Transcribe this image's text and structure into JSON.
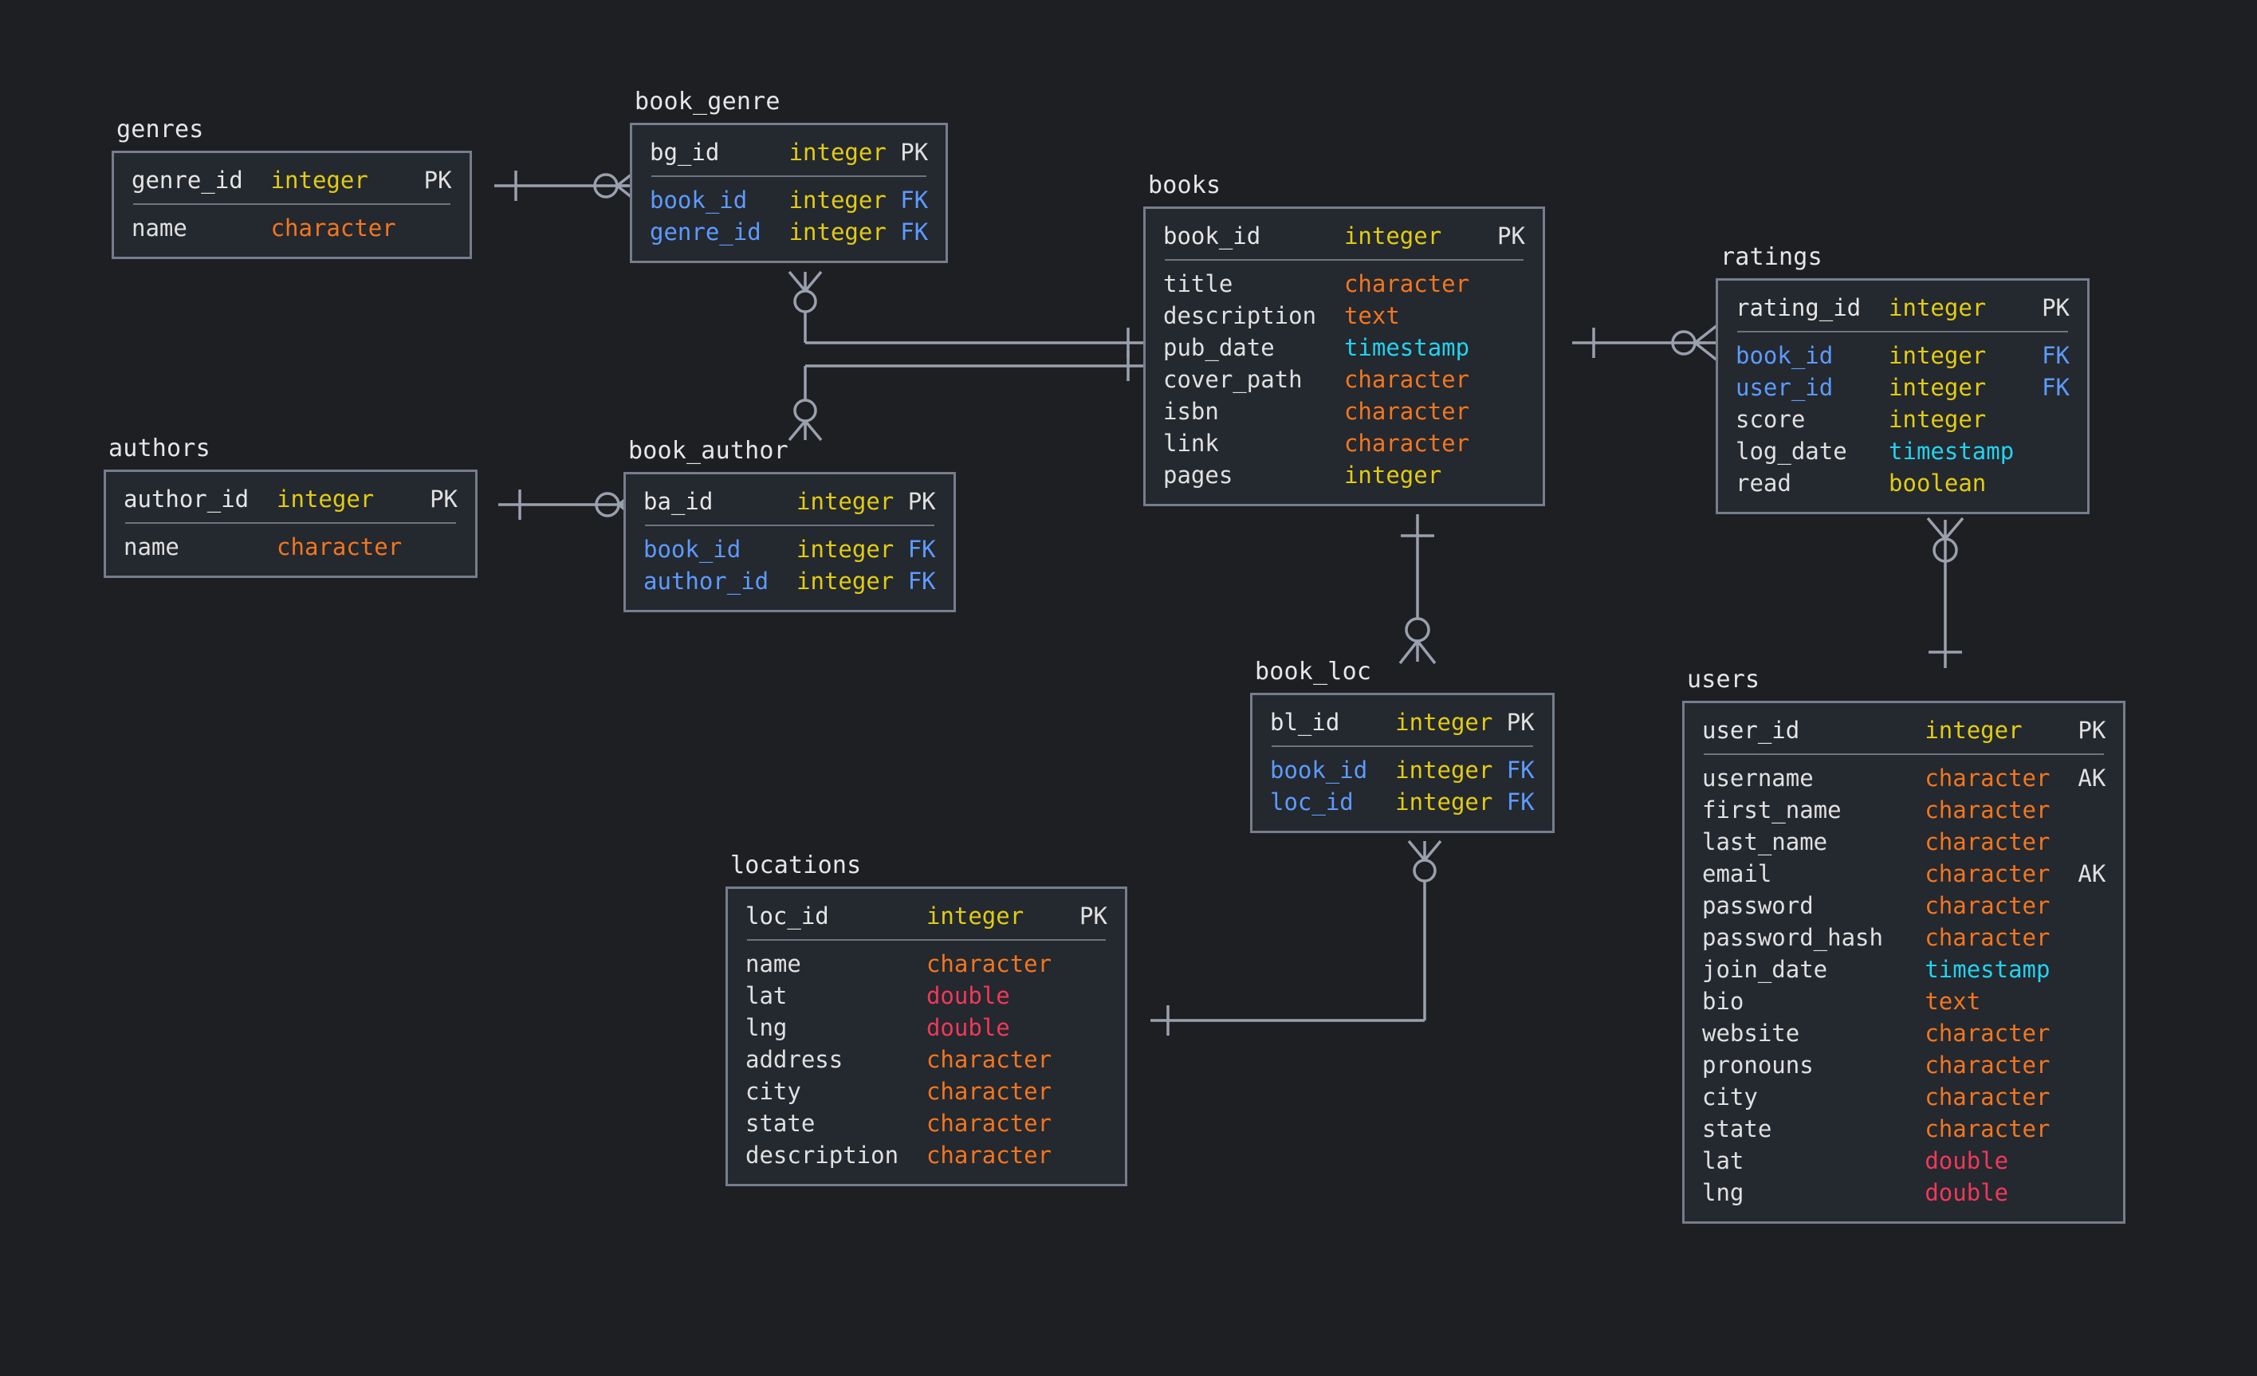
{
  "diagram": {
    "kind": "entity-relationship-diagram",
    "notation": "crows-foot",
    "background_color": "#1d1f23",
    "box_fill_color": "#24282f",
    "box_border_color": "#767d8c",
    "type_colors": {
      "integer": "#e2cc12",
      "character": "#f3761f",
      "text": "#f3761f",
      "timestamp": "#22d3ee",
      "boolean": "#e2cc12",
      "double": "#f2385a"
    },
    "key_colors": {
      "PK": "#e6e6e6",
      "FK": "#5d9bff",
      "AK": "#e6e6e6"
    }
  },
  "tables": {
    "genres": {
      "title": "genres",
      "pk": [
        {
          "name": "genre_id",
          "type": "integer",
          "key": "PK"
        }
      ],
      "fields": [
        {
          "name": "name",
          "type": "character",
          "key": ""
        }
      ]
    },
    "book_genre": {
      "title": "book_genre",
      "pk": [
        {
          "name": "bg_id",
          "type": "integer",
          "key": "PK"
        }
      ],
      "fields": [
        {
          "name": "book_id",
          "type": "integer",
          "key": "FK"
        },
        {
          "name": "genre_id",
          "type": "integer",
          "key": "FK"
        }
      ]
    },
    "authors": {
      "title": "authors",
      "pk": [
        {
          "name": "author_id",
          "type": "integer",
          "key": "PK"
        }
      ],
      "fields": [
        {
          "name": "name",
          "type": "character",
          "key": ""
        }
      ]
    },
    "book_author": {
      "title": "book_author",
      "pk": [
        {
          "name": "ba_id",
          "type": "integer",
          "key": "PK"
        }
      ],
      "fields": [
        {
          "name": "book_id",
          "type": "integer",
          "key": "FK"
        },
        {
          "name": "author_id",
          "type": "integer",
          "key": "FK"
        }
      ]
    },
    "books": {
      "title": "books",
      "pk": [
        {
          "name": "book_id",
          "type": "integer",
          "key": "PK"
        }
      ],
      "fields": [
        {
          "name": "title",
          "type": "character",
          "key": ""
        },
        {
          "name": "description",
          "type": "text",
          "key": ""
        },
        {
          "name": "pub_date",
          "type": "timestamp",
          "key": ""
        },
        {
          "name": "cover_path",
          "type": "character",
          "key": ""
        },
        {
          "name": "isbn",
          "type": "character",
          "key": ""
        },
        {
          "name": "link",
          "type": "character",
          "key": ""
        },
        {
          "name": "pages",
          "type": "integer",
          "key": ""
        }
      ]
    },
    "ratings": {
      "title": "ratings",
      "pk": [
        {
          "name": "rating_id",
          "type": "integer",
          "key": "PK"
        }
      ],
      "fields": [
        {
          "name": "book_id",
          "type": "integer",
          "key": "FK"
        },
        {
          "name": "user_id",
          "type": "integer",
          "key": "FK"
        },
        {
          "name": "score",
          "type": "integer",
          "key": ""
        },
        {
          "name": "log_date",
          "type": "timestamp",
          "key": ""
        },
        {
          "name": "read",
          "type": "boolean",
          "key": ""
        }
      ]
    },
    "book_loc": {
      "title": "book_loc",
      "pk": [
        {
          "name": "bl_id",
          "type": "integer",
          "key": "PK"
        }
      ],
      "fields": [
        {
          "name": "book_id",
          "type": "integer",
          "key": "FK"
        },
        {
          "name": "loc_id",
          "type": "integer",
          "key": "FK"
        }
      ]
    },
    "locations": {
      "title": "locations",
      "pk": [
        {
          "name": "loc_id",
          "type": "integer",
          "key": "PK"
        }
      ],
      "fields": [
        {
          "name": "name",
          "type": "character",
          "key": ""
        },
        {
          "name": "lat",
          "type": "double",
          "key": ""
        },
        {
          "name": "lng",
          "type": "double",
          "key": ""
        },
        {
          "name": "address",
          "type": "character",
          "key": ""
        },
        {
          "name": "city",
          "type": "character",
          "key": ""
        },
        {
          "name": "state",
          "type": "character",
          "key": ""
        },
        {
          "name": "description",
          "type": "character",
          "key": ""
        }
      ]
    },
    "users": {
      "title": "users",
      "pk": [
        {
          "name": "user_id",
          "type": "integer",
          "key": "PK"
        }
      ],
      "fields": [
        {
          "name": "username",
          "type": "character",
          "key": "AK"
        },
        {
          "name": "first_name",
          "type": "character",
          "key": ""
        },
        {
          "name": "last_name",
          "type": "character",
          "key": ""
        },
        {
          "name": "email",
          "type": "character",
          "key": "AK"
        },
        {
          "name": "password",
          "type": "character",
          "key": ""
        },
        {
          "name": "password_hash",
          "type": "character",
          "key": ""
        },
        {
          "name": "join_date",
          "type": "timestamp",
          "key": ""
        },
        {
          "name": "bio",
          "type": "text",
          "key": ""
        },
        {
          "name": "website",
          "type": "character",
          "key": ""
        },
        {
          "name": "pronouns",
          "type": "character",
          "key": ""
        },
        {
          "name": "city",
          "type": "character",
          "key": ""
        },
        {
          "name": "state",
          "type": "character",
          "key": ""
        },
        {
          "name": "lat",
          "type": "double",
          "key": ""
        },
        {
          "name": "lng",
          "type": "double",
          "key": ""
        }
      ]
    }
  },
  "relationships": [
    {
      "from": "genres",
      "to": "book_genre",
      "from_card": "one",
      "to_card": "many"
    },
    {
      "from": "authors",
      "to": "book_author",
      "from_card": "one",
      "to_card": "many"
    },
    {
      "from": "books",
      "to": "book_genre",
      "from_card": "one",
      "to_card": "many"
    },
    {
      "from": "books",
      "to": "book_author",
      "from_card": "one",
      "to_card": "many"
    },
    {
      "from": "books",
      "to": "ratings",
      "from_card": "one",
      "to_card": "many"
    },
    {
      "from": "books",
      "to": "book_loc",
      "from_card": "one",
      "to_card": "many"
    },
    {
      "from": "locations",
      "to": "book_loc",
      "from_card": "one",
      "to_card": "many"
    },
    {
      "from": "users",
      "to": "ratings",
      "from_card": "one",
      "to_card": "many"
    }
  ]
}
